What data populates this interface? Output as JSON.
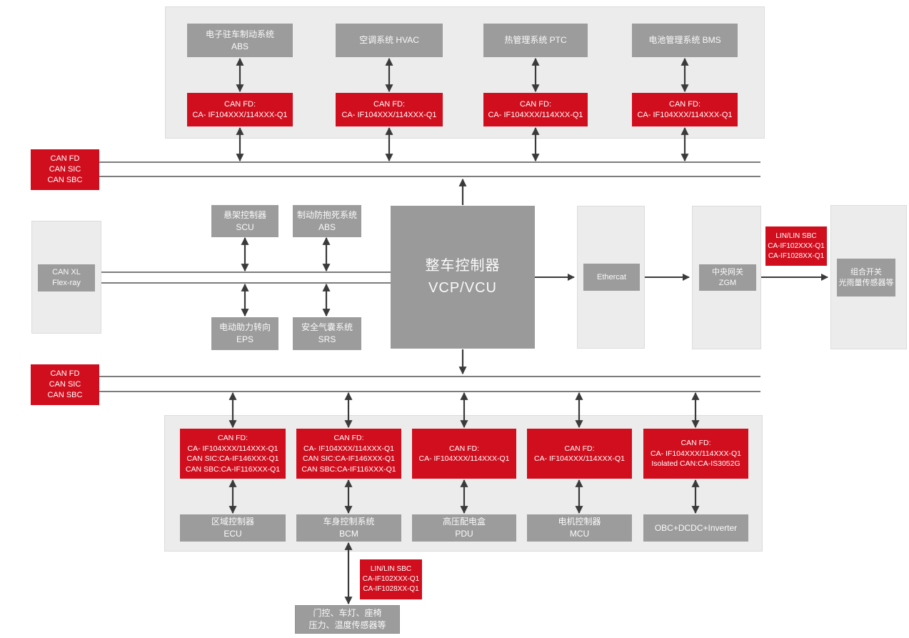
{
  "colors": {
    "accent_red": "#d10e1e",
    "node_gray": "#9c9c9c",
    "container_gray": "#ececec",
    "bus_line": "#515151",
    "arrow": "#3a3a3a"
  },
  "top_cluster": {
    "nodes": [
      {
        "device": [
          "电子驻车制动系统",
          "ABS"
        ],
        "chip": [
          "CAN FD:",
          "CA- IF104XXX/114XXX-Q1"
        ]
      },
      {
        "device": [
          "空调系统 HVAC"
        ],
        "chip": [
          "CAN FD:",
          "CA- IF104XXX/114XXX-Q1"
        ]
      },
      {
        "device": [
          "热管理系统 PTC"
        ],
        "chip": [
          "CAN FD:",
          "CA- IF104XXX/114XXX-Q1"
        ]
      },
      {
        "device": [
          "电池管理系统 BMS"
        ],
        "chip": [
          "CAN FD:",
          "CA- IF104XXX/114XXX-Q1"
        ]
      }
    ]
  },
  "bus_top_label": [
    "CAN FD",
    "CAN SIC",
    "CAN SBC"
  ],
  "bus_bottom_label": [
    "CAN FD",
    "CAN SIC",
    "CAN SBC"
  ],
  "middle": {
    "can_xl": [
      "CAN XL",
      "Flex-ray"
    ],
    "scu": [
      "悬架控制器",
      "SCU"
    ],
    "abs": [
      "制动防抱死系统",
      "ABS"
    ],
    "eps": [
      "电动助力转向",
      "EPS"
    ],
    "srs": [
      "安全气囊系统",
      "SRS"
    ],
    "vcu": [
      "整车控制器",
      "VCP/VCU"
    ],
    "ethercat": [
      "Ethercat"
    ],
    "zgm": [
      "中央网关",
      "ZGM"
    ],
    "lin_chip": [
      "LIN/LIN SBC",
      "CA-IF102XXX-Q1",
      "CA-IF1028XX-Q1"
    ],
    "combo_switch": [
      "组合开关",
      "光雨量传感器等"
    ]
  },
  "bottom_cluster": {
    "nodes": [
      {
        "chip": [
          "CAN FD:",
          "CA- IF104XXX/114XXX-Q1",
          "CAN SIC:CA-IF146XXX-Q1",
          "CAN SBC:CA-IF116XXX-Q1"
        ],
        "device": [
          "区域控制器",
          "ECU"
        ]
      },
      {
        "chip": [
          "CAN FD:",
          "CA- IF104XXX/114XXX-Q1",
          "CAN SIC:CA-IF146XXX-Q1",
          "CAN SBC:CA-IF116XXX-Q1"
        ],
        "device": [
          "车身控制系统",
          "BCM"
        ]
      },
      {
        "chip": [
          "CAN FD:",
          "CA- IF104XXX/114XXX-Q1"
        ],
        "device": [
          "高压配电盒",
          "PDU"
        ]
      },
      {
        "chip": [
          "CAN FD:",
          "CA- IF104XXX/114XXX-Q1"
        ],
        "device": [
          "电机控制器",
          "MCU"
        ]
      },
      {
        "chip": [
          "CAN FD:",
          "CA- IF104XXX/114XXX-Q1",
          "Isolated CAN:CA-IS3052G"
        ],
        "device": [
          "OBC+DCDC+Inverter"
        ]
      }
    ],
    "lin_chip": [
      "LIN/LIN SBC",
      "CA-IF102XXX-Q1",
      "CA-IF1028XX-Q1"
    ],
    "lin_devices": [
      "门控、车灯、座椅",
      "压力、温度传感器等"
    ]
  }
}
